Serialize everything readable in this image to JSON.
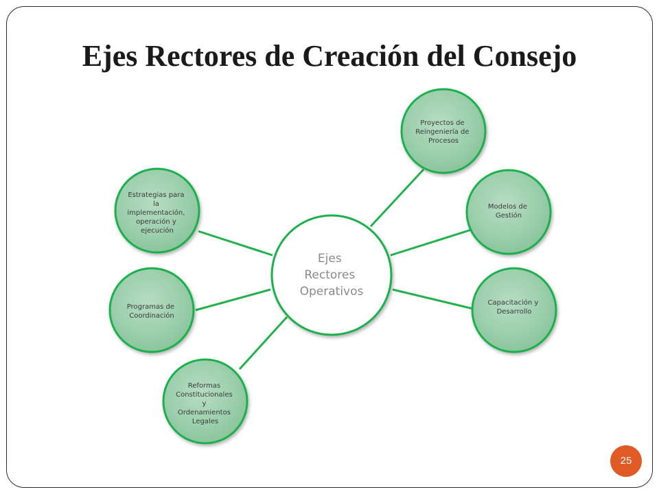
{
  "slide": {
    "title": "Ejes Rectores de Creación del Consejo",
    "page_number": "25"
  },
  "colors": {
    "node_fill": "#9ccfad",
    "node_border": "#1fb04e",
    "connector": "#22b14c",
    "center_border": "#1fb04e",
    "page_badge": "#e05a26"
  },
  "diagram": {
    "center": {
      "lines": [
        "Ejes",
        "Rectores",
        "Operativos"
      ]
    },
    "nodes": [
      {
        "id": "proyectos",
        "lines": [
          "Proyectos de",
          "Reingeniería de",
          "Procesos"
        ]
      },
      {
        "id": "modelos",
        "lines": [
          "Modelos de",
          "Gestión"
        ]
      },
      {
        "id": "capacitacion",
        "lines": [
          "Capacitación y",
          "Desarrollo"
        ]
      },
      {
        "id": "reformas",
        "lines": [
          "Reformas",
          "Constitucionales",
          "y",
          "Ordenamientos",
          "Legales"
        ]
      },
      {
        "id": "programas",
        "lines": [
          "Programas de",
          "Coordinación"
        ]
      },
      {
        "id": "estrategias",
        "lines": [
          "Estrategias para",
          "la",
          "implementación,",
          "operación y",
          "ejecución"
        ]
      }
    ]
  }
}
